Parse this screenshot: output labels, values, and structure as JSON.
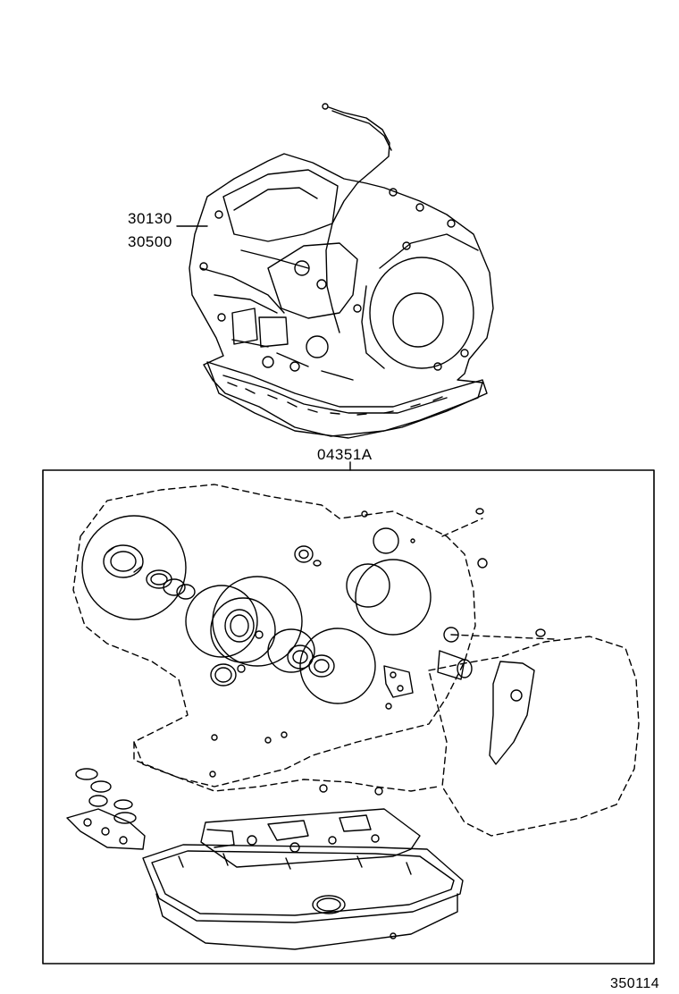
{
  "part_numbers": {
    "transaxle_primary": "30130",
    "transaxle_secondary": "30500",
    "overhaul_kit": "04351A"
  },
  "figure_id": "350114"
}
